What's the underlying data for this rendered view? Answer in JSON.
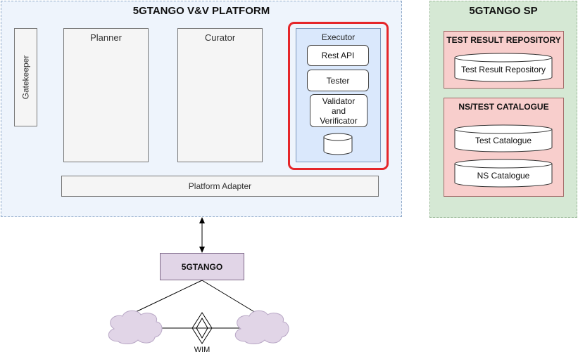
{
  "vv_platform": {
    "title": "5GTANGO V&V PLATFORM",
    "gatekeeper": "Gatekeeper",
    "planner": "Planner",
    "curator": "Curator",
    "executor": {
      "title": "Executor",
      "rest_api": "Rest API",
      "tester": "Tester",
      "validator_lines": [
        "Validator",
        "and",
        "Verificator"
      ]
    },
    "platform_adapter": "Platform Adapter"
  },
  "sp": {
    "title": "5GTANGO SP",
    "test_result_repository": {
      "title": "TEST RESULT REPOSITORY",
      "store": "Test Result Repository"
    },
    "ns_test_catalogue": {
      "title": "NS/TEST CATALOGUE",
      "test_catalogue": "Test Catalogue",
      "ns_catalogue": "NS Catalogue"
    }
  },
  "infrastructure": {
    "node": "5GTANGO",
    "wim": "WIM"
  },
  "colors": {
    "highlight": "#e5262a",
    "platform_fill": "#eef4fc",
    "sp_fill": "#d5e8d4",
    "repo_fill": "#f8cecc",
    "node_fill": "#e1d5e7",
    "cloud_fill": "#e1d5e7",
    "executor_fill": "#dae8fc"
  }
}
